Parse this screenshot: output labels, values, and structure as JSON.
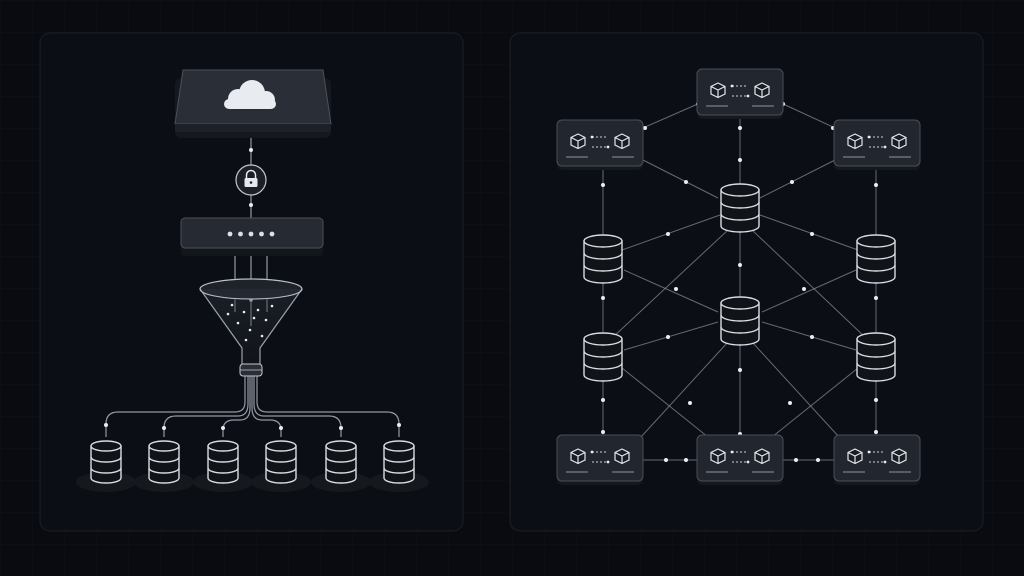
{
  "diagram": {
    "left_panel": {
      "source": {
        "icon": "cloud-icon"
      },
      "gateway": {
        "icon": "lock-icon"
      },
      "router": {
        "indicator_count": 5
      },
      "filter": {
        "icon": "funnel-icon"
      },
      "storage": {
        "database_count": 6,
        "icon": "database-icon"
      }
    },
    "right_panel": {
      "cluster_nodes": {
        "count": 6,
        "icon": "cube-icon"
      },
      "databases": {
        "count": 6,
        "icon": "database-icon"
      }
    }
  },
  "colors": {
    "background": "#090b10",
    "panel": "#0b0e14",
    "node_fill": "#22262e",
    "line": "#aab1bd",
    "highlight": "#e9edf3"
  }
}
